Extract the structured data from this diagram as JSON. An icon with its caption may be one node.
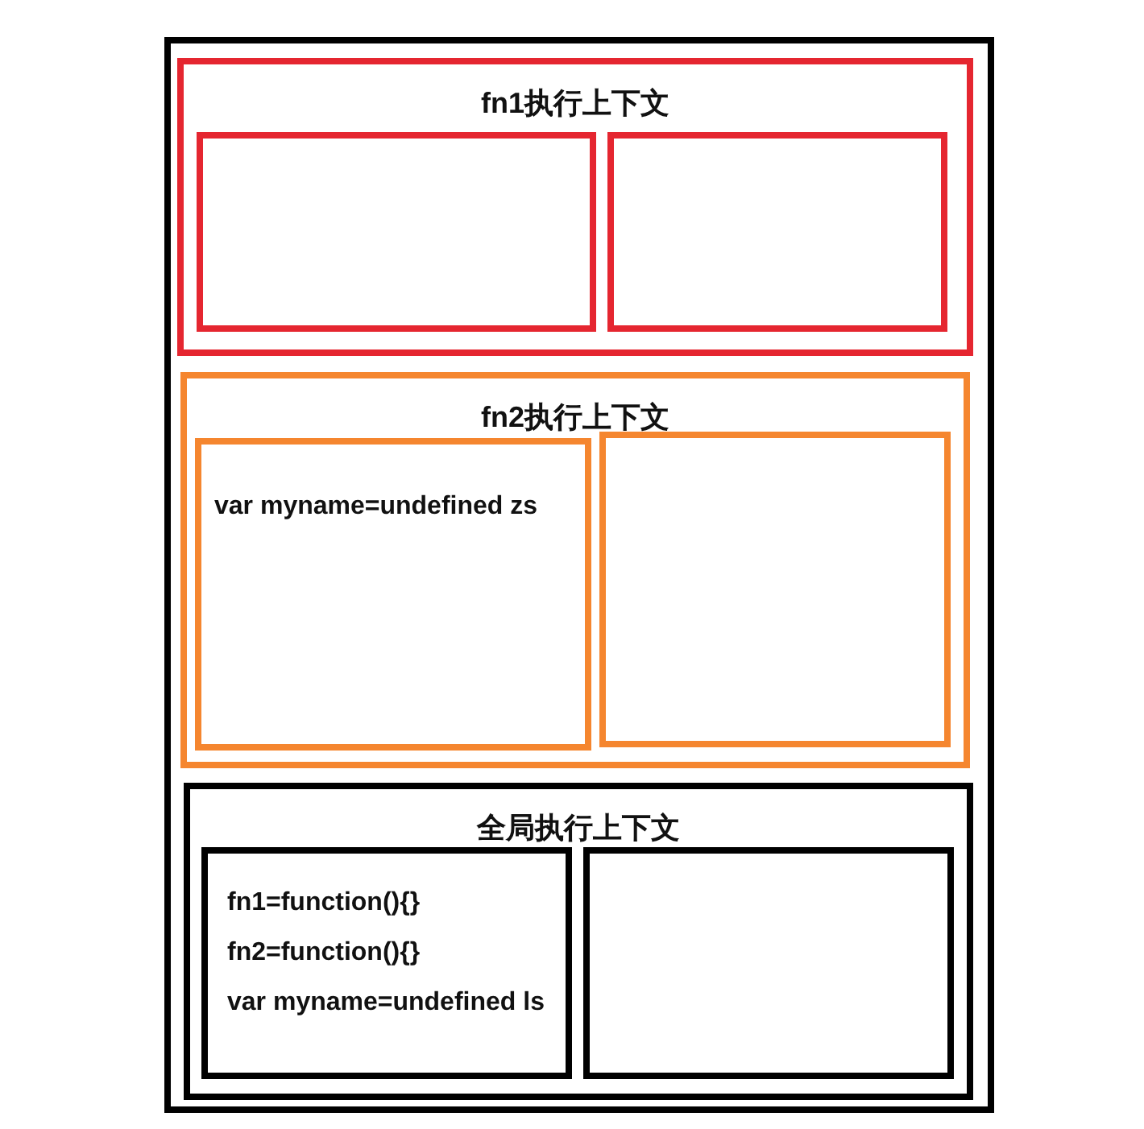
{
  "diagram": {
    "nodes": [
      {
        "text": [],
        "shape": "box"
      },
      {
        "text": [
          "fn1执行上下文"
        ],
        "in": 0
      },
      {
        "text": [],
        "shape": "box",
        "in": 1
      },
      {
        "text": [],
        "shape": "box",
        "in": 1
      },
      {
        "text": [
          "fn2执行上下文"
        ],
        "in": 0
      },
      {
        "text": [
          "var myname=undefined zs"
        ],
        "in": 4
      },
      {
        "text": [],
        "shape": "box",
        "in": 4
      },
      {
        "text": [
          "全局执行上下文"
        ],
        "in": 0
      },
      {
        "text": [
          "fn1=function(){}",
          "fn2=function(){}",
          "var myname=undefined ls"
        ],
        "in": 7
      },
      {
        "text": [],
        "shape": "box",
        "in": 7
      }
    ],
    "edges": []
  }
}
